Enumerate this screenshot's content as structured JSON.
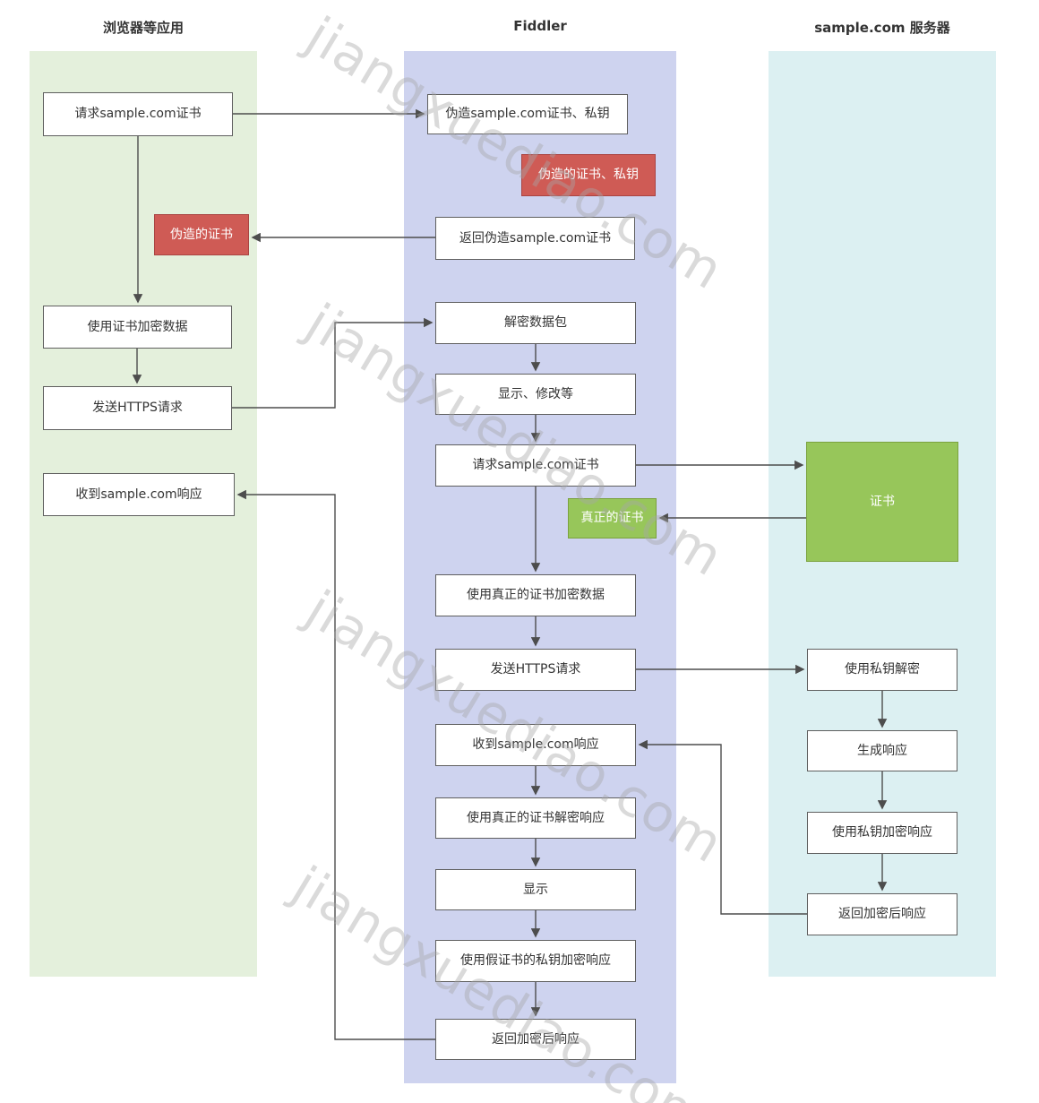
{
  "page": {
    "watermark": "jiangxuediao.com"
  },
  "lanes": {
    "browser": {
      "title": "浏览器等应用"
    },
    "fiddler": {
      "title": "Fiddler"
    },
    "server": {
      "title": "sample.com 服务器"
    }
  },
  "nodes": {
    "browser": {
      "request_cert": "请求sample.com证书",
      "fake_cert": "伪造的证书",
      "encrypt_with_cert": "使用证书加密数据",
      "send_https": "发送HTTPS请求",
      "receive_response": "收到sample.com响应"
    },
    "fiddler": {
      "forge_cert": "伪造sample.com证书、私钥",
      "forged_cert_key": "伪造的证书、私钥",
      "return_forged_cert": "返回伪造sample.com证书",
      "decrypt_packet": "解密数据包",
      "display_modify": "显示、修改等",
      "request_cert": "请求sample.com证书",
      "real_cert": "真正的证书",
      "encrypt_with_real_cert": "使用真正的证书加密数据",
      "send_https": "发送HTTPS请求",
      "receive_response": "收到sample.com响应",
      "decrypt_with_real_cert": "使用真正的证书解密响应",
      "display": "显示",
      "encrypt_with_fake_key": "使用假证书的私钥加密响应",
      "return_encrypted": "返回加密后响应"
    },
    "server": {
      "cert": "证书",
      "decrypt_with_private_key": "使用私钥解密",
      "generate_response": "生成响应",
      "encrypt_with_private_key": "使用私钥加密响应",
      "return_encrypted": "返回加密后响应"
    }
  },
  "colors": {
    "lane_browser_bg": "#e4f0dc",
    "lane_fiddler_bg": "#ced3ef",
    "lane_server_bg": "#dcf0f2",
    "node_red_bg": "#cf5b55",
    "node_red_border": "#a94442",
    "node_green_bg": "#97c65a",
    "node_green_border": "#7ba23e",
    "arrow": "#4d4d4d"
  }
}
